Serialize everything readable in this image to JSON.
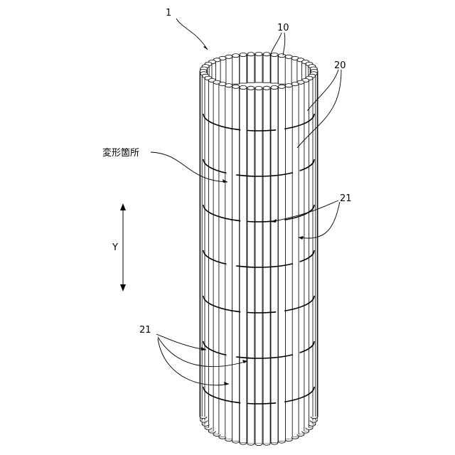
{
  "labels": {
    "figure_ref": "1",
    "tubes_ref": "10",
    "bands_ref": "20",
    "clips_ref_right": "21",
    "clips_ref_left": "21",
    "deformed_part": "変形箇所",
    "axis": "Y"
  },
  "structure": {
    "tube_count": 44,
    "band_count": 7,
    "ink_color": "#000000",
    "paper_color": "#ffffff"
  }
}
